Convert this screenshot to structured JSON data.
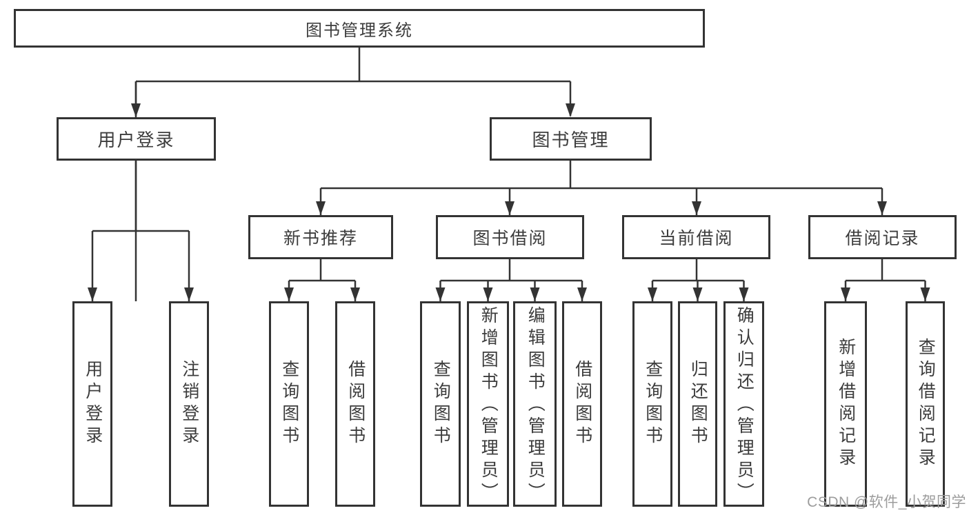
{
  "diagram": {
    "root": "图书管理系统",
    "level2": [
      "用户登录",
      "图书管理"
    ],
    "level3": [
      "新书推荐",
      "图书借阅",
      "当前借阅",
      "借阅记录"
    ],
    "leaves": {
      "login": [
        "用户登录",
        "注销登录"
      ],
      "recommend": [
        "查询图书",
        "借阅图书"
      ],
      "borrow": [
        "查询图书",
        "新增图书（管理员）",
        "编辑图书（管理员）",
        "借阅图书"
      ],
      "current": [
        "查询图书",
        "归还图书",
        "确认归还（管理员）"
      ],
      "records": [
        "新增借阅记录",
        "查询借阅记录"
      ]
    }
  },
  "watermark": "CSDN @软件_小贺同学",
  "colors": {
    "line": "#333333",
    "border": "#333333",
    "text": "#3c3c3c",
    "watermark": "#9c9c9c",
    "background": "#ffffff"
  }
}
